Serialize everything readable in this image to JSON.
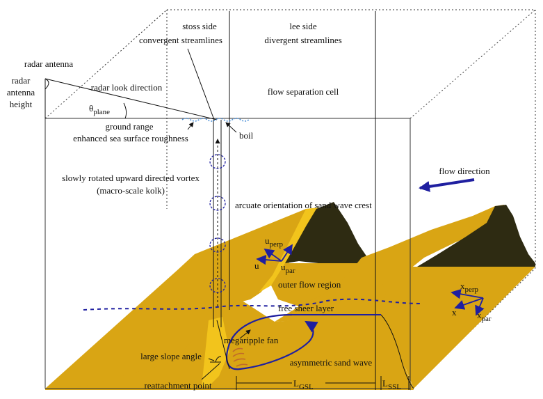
{
  "labels": {
    "stoss_side": "stoss side",
    "convergent": "convergent streamlines",
    "lee_side": "lee side",
    "divergent": "divergent streamlines",
    "radar_antenna": "radar antenna",
    "radar_antenna_height_1": "radar",
    "radar_antenna_height_2": "antenna",
    "radar_antenna_height_3": "height",
    "radar_look_direction": "radar look direction",
    "theta": "θ",
    "theta_sub": "plane",
    "flow_separation_cell": "flow separation cell",
    "ground_range": "ground range",
    "enhanced_roughness": "enhanced sea surface roughness",
    "boil": "boil",
    "vortex_1": "slowly rotated upward directed vortex",
    "vortex_2": "(macro-scale kolk)",
    "flow_direction": "flow direction",
    "arcuate": "arcuate orientation of sand wave crest",
    "u_perp": "u",
    "u_perp_sub": "perp",
    "u": "u",
    "u_par": "u",
    "u_par_sub": "par",
    "outer_flow_region": "outer flow region",
    "x_perp": "x",
    "x_perp_sub": "perp",
    "x": "x",
    "x_par": "x",
    "x_par_sub": "par",
    "free_sheer_layer": "free sheer layer",
    "megaripple_fan": "megaripple fan",
    "large_slope_angle": "large slope angle",
    "asymmetric_sand_wave": "asymmetric sand wave",
    "reattachment_point": "reattachment point",
    "l_gsl": "L",
    "l_gsl_sub": "GSL",
    "l_ssl": "L",
    "l_ssl_sub": "SSL"
  },
  "colors": {
    "sand": "#d9a514",
    "sand_light": "#f2c41c",
    "dark_crest": "#2e2b12",
    "vector_blue": "#1f1fa0",
    "frame_line": "#333333",
    "ripple": "#c06a2a"
  }
}
